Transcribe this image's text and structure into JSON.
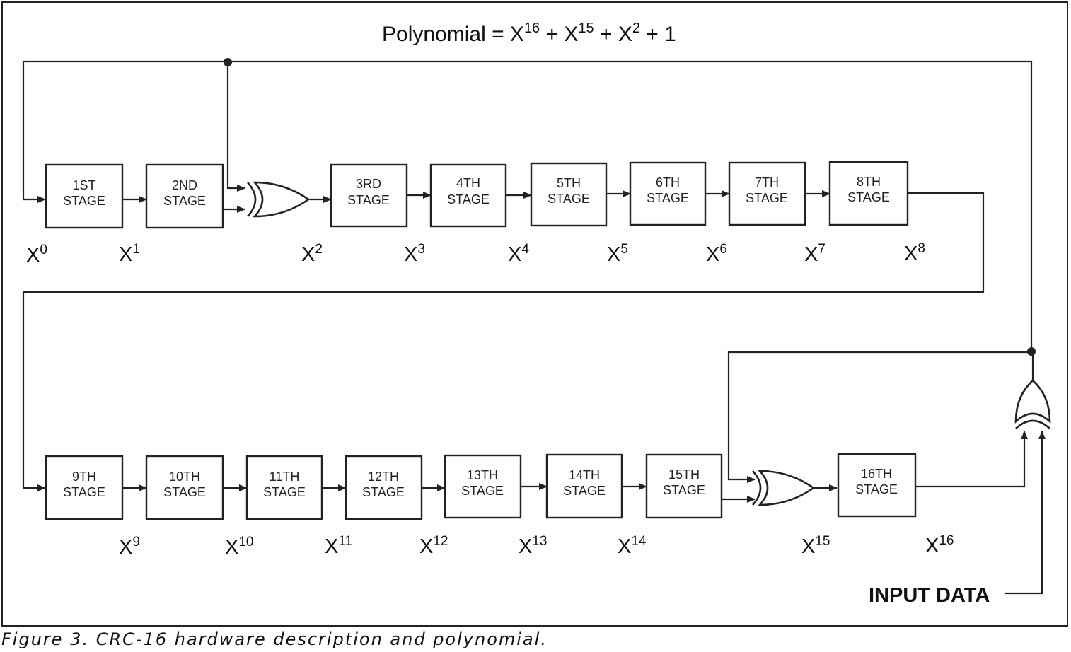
{
  "title": {
    "prefix": "Polynomial = X",
    "terms": [
      {
        "exp": "16",
        "after": " + X"
      },
      {
        "exp": "15",
        "after": " + X"
      },
      {
        "exp": "2",
        "after": " + 1"
      }
    ]
  },
  "stages": [
    {
      "n": "1ST",
      "word": "STAGE"
    },
    {
      "n": "2ND",
      "word": "STAGE"
    },
    {
      "n": "3RD",
      "word": "STAGE"
    },
    {
      "n": "4TH",
      "word": "STAGE"
    },
    {
      "n": "5TH",
      "word": "STAGE"
    },
    {
      "n": "6TH",
      "word": "STAGE"
    },
    {
      "n": "7TH",
      "word": "STAGE"
    },
    {
      "n": "8TH",
      "word": "STAGE"
    },
    {
      "n": "9TH",
      "word": "STAGE"
    },
    {
      "n": "10TH",
      "word": "STAGE"
    },
    {
      "n": "11TH",
      "word": "STAGE"
    },
    {
      "n": "12TH",
      "word": "STAGE"
    },
    {
      "n": "13TH",
      "word": "STAGE"
    },
    {
      "n": "14TH",
      "word": "STAGE"
    },
    {
      "n": "15TH",
      "word": "STAGE"
    },
    {
      "n": "16TH",
      "word": "STAGE"
    }
  ],
  "x_labels": [
    {
      "base": "X",
      "exp": "0"
    },
    {
      "base": "X",
      "exp": "1"
    },
    {
      "base": "X",
      "exp": "2"
    },
    {
      "base": "X",
      "exp": "3"
    },
    {
      "base": "X",
      "exp": "4"
    },
    {
      "base": "X",
      "exp": "5"
    },
    {
      "base": "X",
      "exp": "6"
    },
    {
      "base": "X",
      "exp": "7"
    },
    {
      "base": "X",
      "exp": "8"
    },
    {
      "base": "X",
      "exp": "9"
    },
    {
      "base": "X",
      "exp": "10"
    },
    {
      "base": "X",
      "exp": "11"
    },
    {
      "base": "X",
      "exp": "12"
    },
    {
      "base": "X",
      "exp": "13"
    },
    {
      "base": "X",
      "exp": "14"
    },
    {
      "base": "X",
      "exp": "15"
    },
    {
      "base": "X",
      "exp": "16"
    }
  ],
  "input_label": "INPUT DATA",
  "caption": "Figure 3. CRC-16 hardware description and polynomial."
}
